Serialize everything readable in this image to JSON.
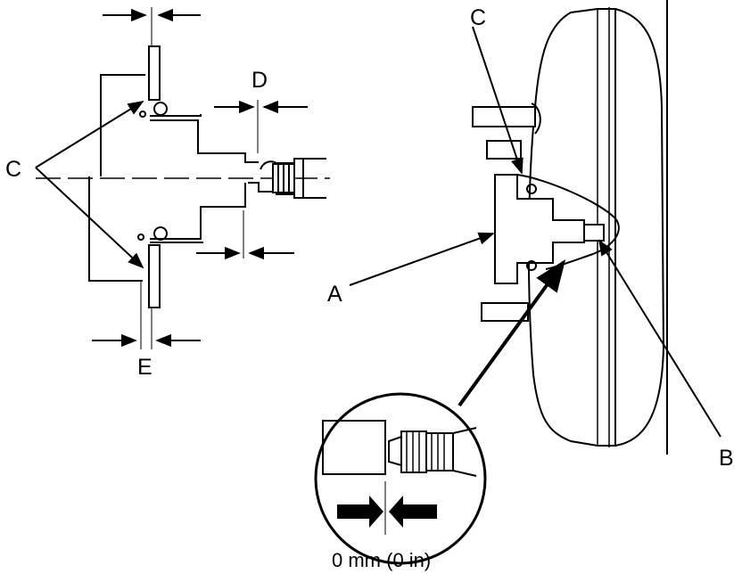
{
  "labels": {
    "c_left": "C",
    "c_right": "C",
    "d": "D",
    "e": "E",
    "a": "A",
    "b": "B"
  },
  "detail": {
    "clearance_label": "0 mm (0 in)"
  }
}
